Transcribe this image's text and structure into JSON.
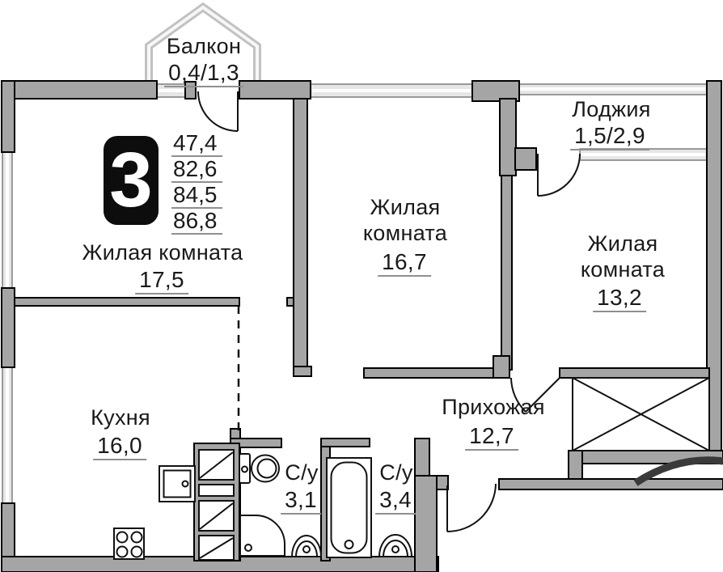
{
  "badge": {
    "rooms": "3"
  },
  "area_summary": {
    "values": [
      "47,4",
      "82,6",
      "84,5",
      "86,8"
    ]
  },
  "rooms": {
    "balcony": {
      "name": "Балкон",
      "area": "0,4/1,3"
    },
    "loggia": {
      "name": "Лоджия",
      "area": "1,5/2,9"
    },
    "living_room_1": {
      "name": "Жилая комната",
      "area": "17,5"
    },
    "living_room_2": {
      "name": "Жилая комната",
      "area": "16,7"
    },
    "living_room_3": {
      "name": "Жилая комната",
      "area": "13,2"
    },
    "kitchen": {
      "name": "Кухня",
      "area": "16,0"
    },
    "hallway": {
      "name": "Прихожая",
      "area": "12,7"
    },
    "bathroom_1": {
      "name": "С/у",
      "area": "3,1"
    },
    "bathroom_2": {
      "name": "С/у",
      "area": "3,4"
    }
  }
}
